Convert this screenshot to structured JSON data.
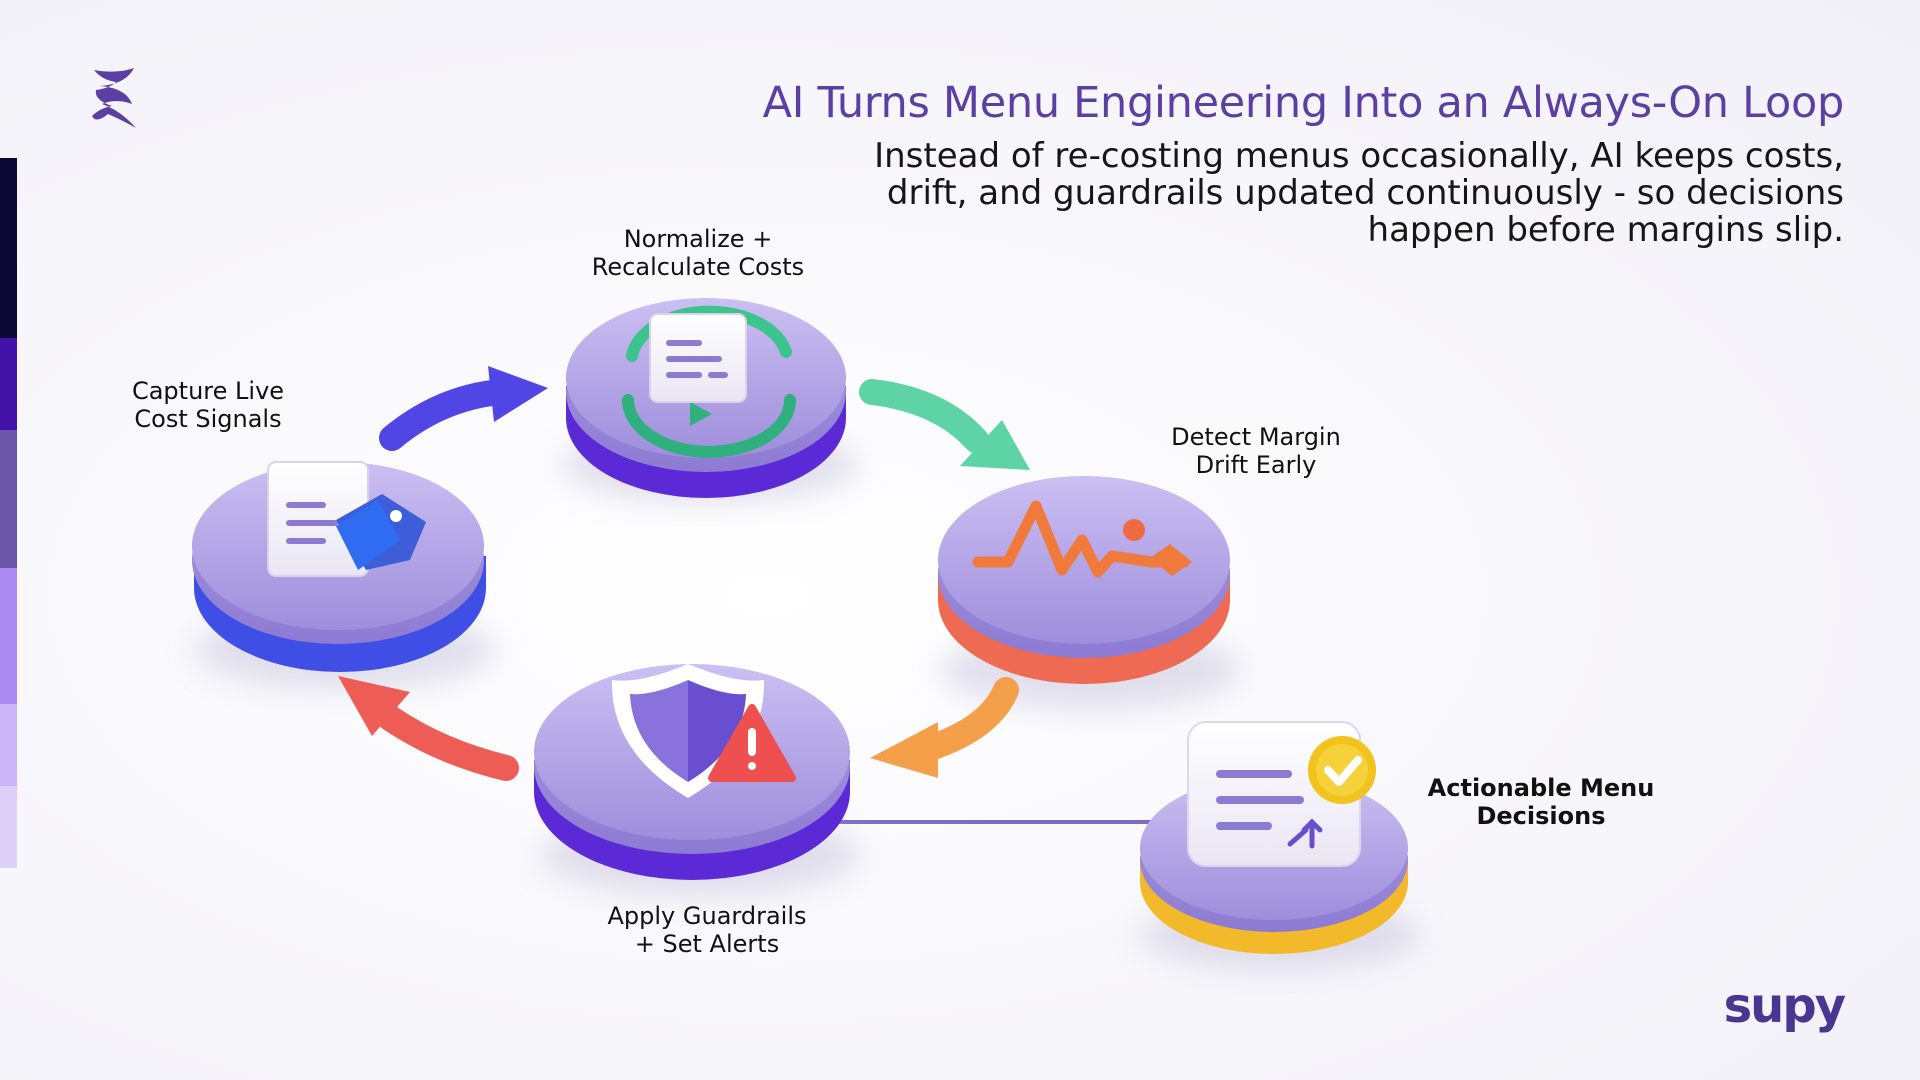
{
  "header": {
    "title": "AI Turns Menu Engineering Into an Always-On Loop",
    "subtitle": "Instead of re-costing menus occasionally, AI keeps costs, drift, and guardrails updated continuously - so decisions happen before margins slip."
  },
  "brand": {
    "wordmark": "supy",
    "logo_icon": "supy-s-logo-icon"
  },
  "loop_steps": [
    {
      "line1": "Capture Live",
      "line2": "Cost Signals",
      "icon": "document-price-tag-icon",
      "rim_color": "#3f4fe6"
    },
    {
      "line1": "Normalize +",
      "line2": "Recalculate Costs",
      "icon": "document-refresh-icon",
      "rim_color": "#5b2ad6"
    },
    {
      "line1": "Detect Margin",
      "line2": "Drift Early",
      "icon": "pulse-signal-icon",
      "rim_color": "#ee6a52"
    },
    {
      "line1": "Apply Guardrails",
      "line2": "+ Set Alerts",
      "icon": "shield-warning-icon",
      "rim_color": "#5b2ad6"
    }
  ],
  "outcome": {
    "line1": "Actionable Menu",
    "line2": "Decisions",
    "icon": "document-checkmark-icon",
    "rim_color": "#f2b92b"
  },
  "colors": {
    "accent": "#5b3fa3",
    "disc_top": "#b3a5e6",
    "arrow_blue": "#4f46e5",
    "arrow_green": "#5ed3a6",
    "arrow_orange": "#f4a04a",
    "arrow_red": "#ee5d55",
    "stripe": [
      "#0c0833",
      "#4312a8",
      "#6b55a8",
      "#a98af2",
      "#c9b5f7",
      "#ddd1fa"
    ]
  }
}
